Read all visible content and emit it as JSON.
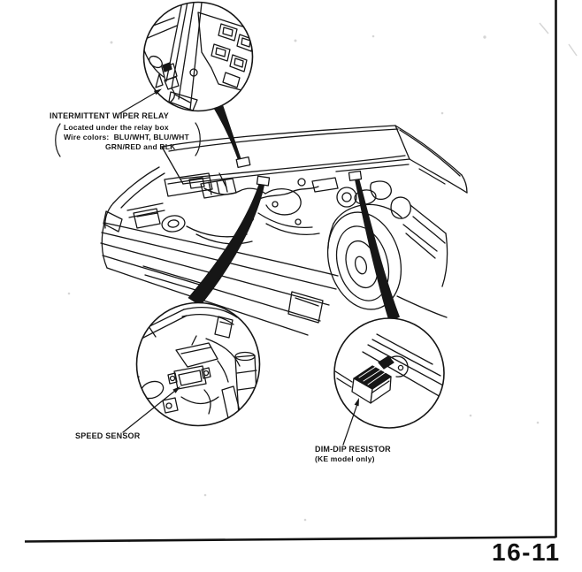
{
  "page": {
    "number": "16-11"
  },
  "labels": {
    "wiper_relay": {
      "title": "INTERMITTENT WIPER RELAY",
      "note1": "Located under the relay box",
      "note2": "Wire colors:  BLU/WHT, BLU/WHT",
      "note3": "GRN/RED and BLK"
    },
    "speed_sensor": {
      "title": "SPEED SENSOR"
    },
    "dim_dip_resistor": {
      "title": "DIM-DIP RESISTOR",
      "note": "(KE model only)"
    }
  },
  "colors": {
    "ink": "#161616",
    "paper": "#ffffff"
  }
}
